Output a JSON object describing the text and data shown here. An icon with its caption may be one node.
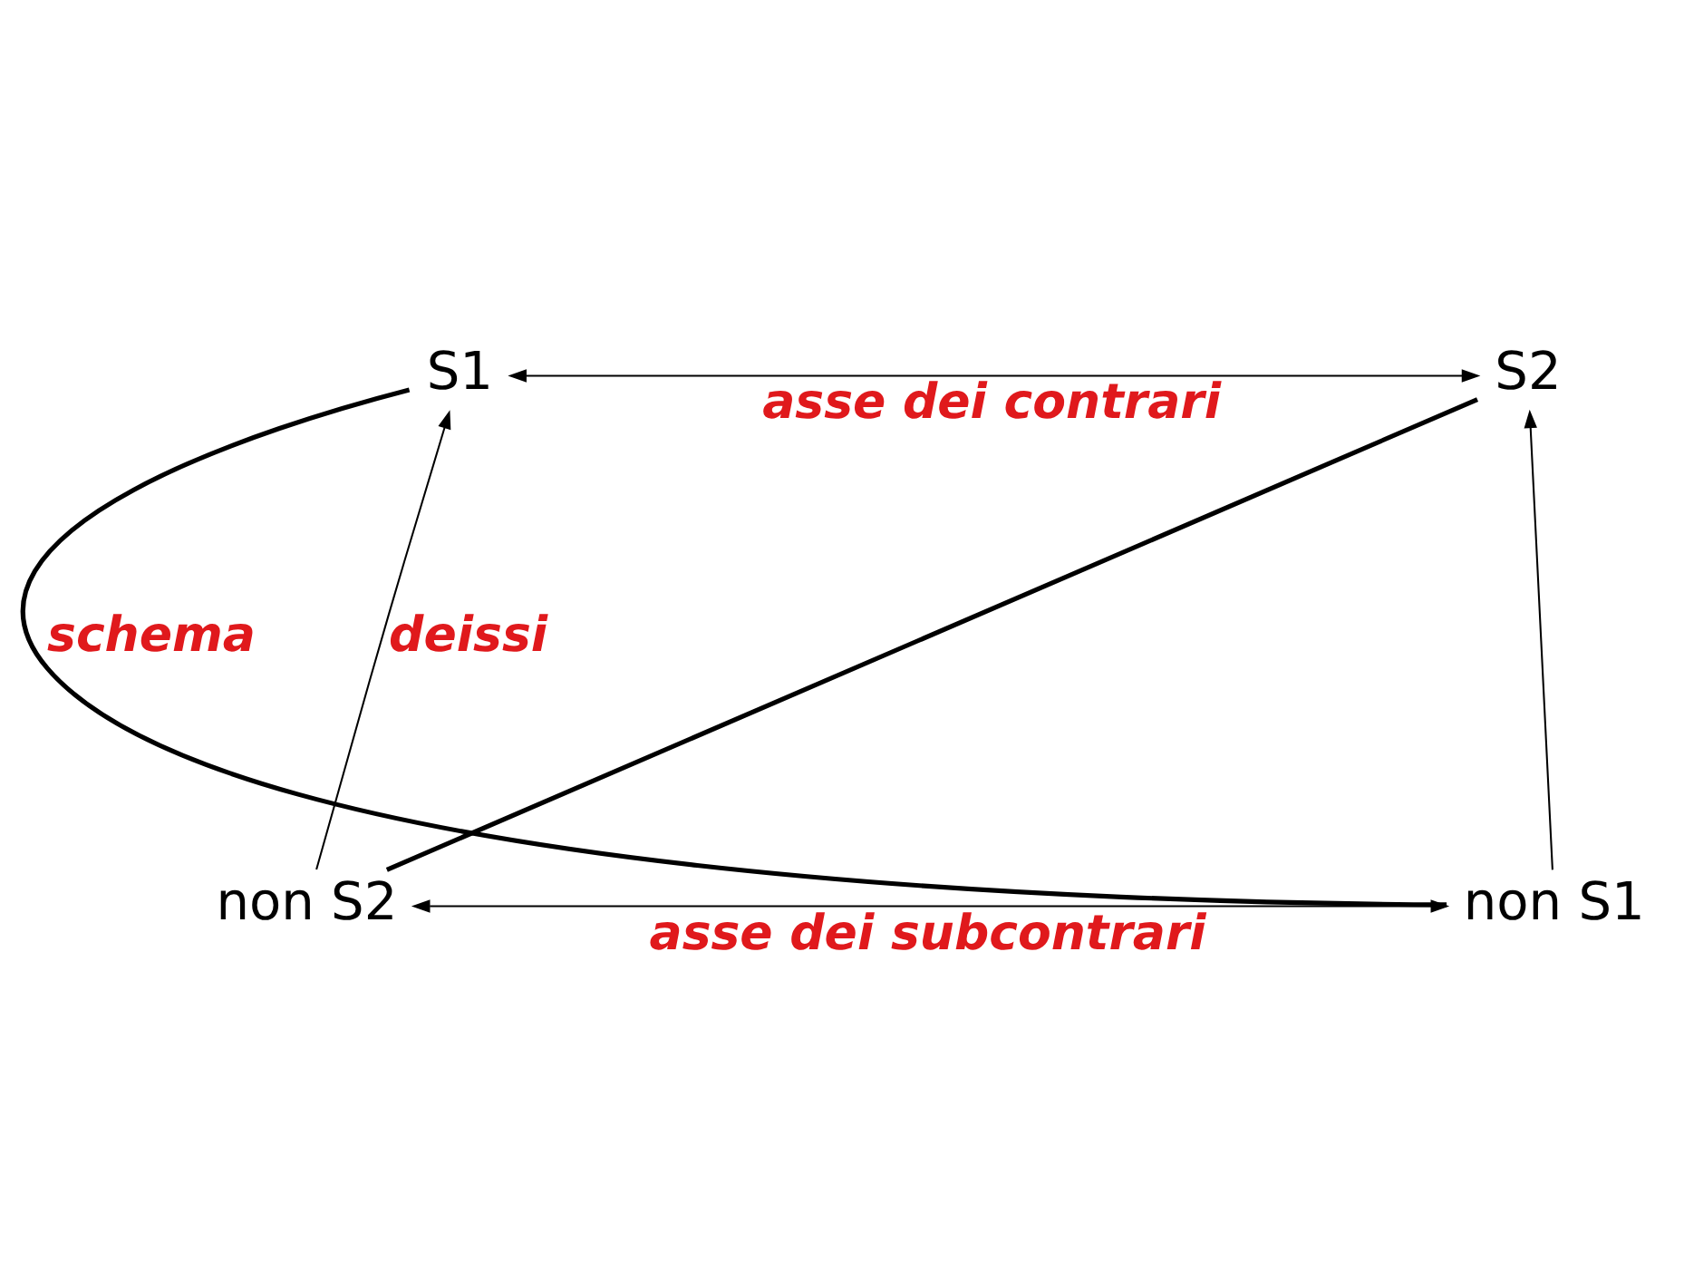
{
  "diagram": {
    "nodes": [
      {
        "text": [
          "S1"
        ]
      },
      {
        "text": [
          "S2"
        ]
      },
      {
        "text": [
          "non S2"
        ]
      },
      {
        "text": [
          "non S1"
        ]
      }
    ],
    "edges": [
      {
        "from": 0,
        "to": 1,
        "arrow": "both",
        "label": "asse dei contrari"
      },
      {
        "from": 2,
        "to": 0,
        "arrow": "to",
        "label": "deissi"
      },
      {
        "from": 0,
        "to": 3,
        "arrow": "none",
        "style": "thick",
        "label": "schema"
      },
      {
        "from": 1,
        "to": 2,
        "arrow": "none",
        "style": "thick"
      },
      {
        "from": 3,
        "to": 1,
        "arrow": "to"
      },
      {
        "from": 2,
        "to": 3,
        "arrow": "both",
        "label": "asse dei subcontrari"
      }
    ]
  }
}
